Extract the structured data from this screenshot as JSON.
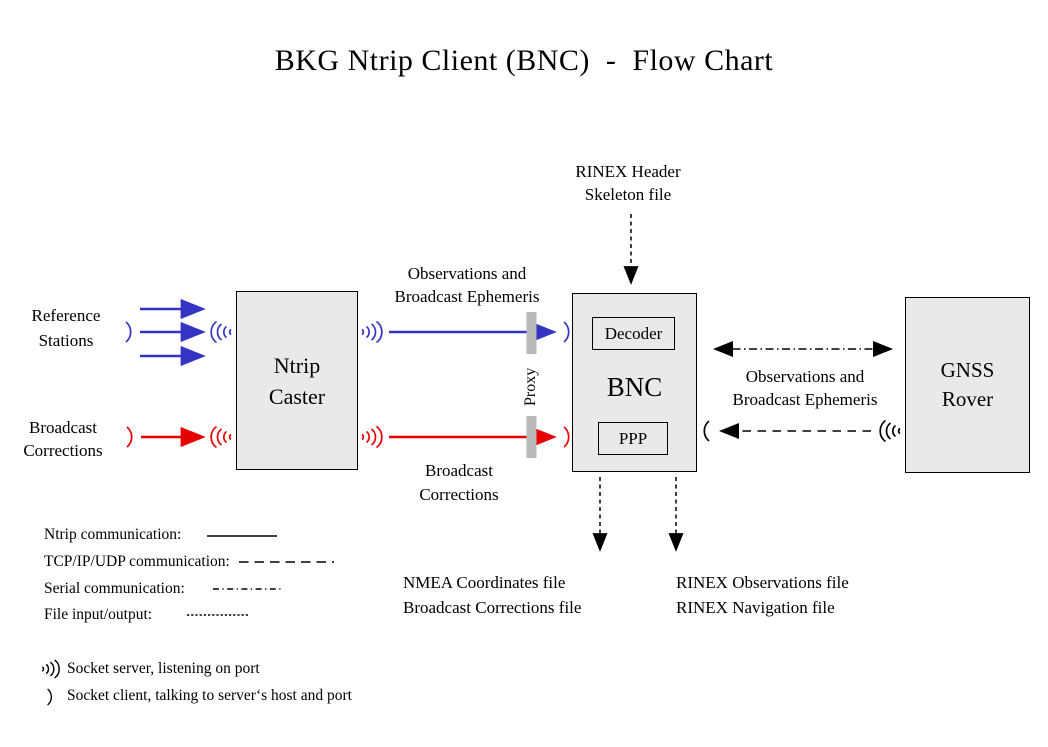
{
  "title": "BKG Ntrip Client (BNC)  -  Flow Chart",
  "nodes": {
    "ntrip_caster": "Ntrip\nCaster",
    "bnc": "BNC",
    "decoder": "Decoder",
    "ppp": "PPP",
    "gnss_rover": "GNSS\nRover"
  },
  "labels": {
    "reference_stations": "Reference\nStations",
    "broadcast_corrections_left": "Broadcast\nCorrections",
    "observations_ephemeris_left": "Observations and\nBroadcast Ephemeris",
    "broadcast_corrections_mid": "Broadcast\nCorrections",
    "proxy": "Proxy",
    "rinex_header_skeleton": "RINEX Header\nSkeleton file",
    "observations_ephemeris_right": "Observations and\nBroadcast Ephemeris",
    "nmea_files": "NMEA Coordinates file\nBroadcast Corrections file",
    "rinex_files": "RINEX Observations file\nRINEX Navigation file"
  },
  "legend": {
    "ntrip_label": "Ntrip communication:",
    "tcp_label": "TCP/IP/UDP communication:",
    "serial_label": "Serial communication:",
    "file_label": "File input/output:",
    "socket_server_label": "Socket server, listening on port",
    "socket_client_label": "Socket client, talking to server‘s host and port"
  },
  "colors": {
    "ntrip_blue": "#3333c4",
    "corrections_red": "#e60000",
    "box_fill": "#e9e9e9",
    "proxy_gray": "#b9b9b9"
  }
}
